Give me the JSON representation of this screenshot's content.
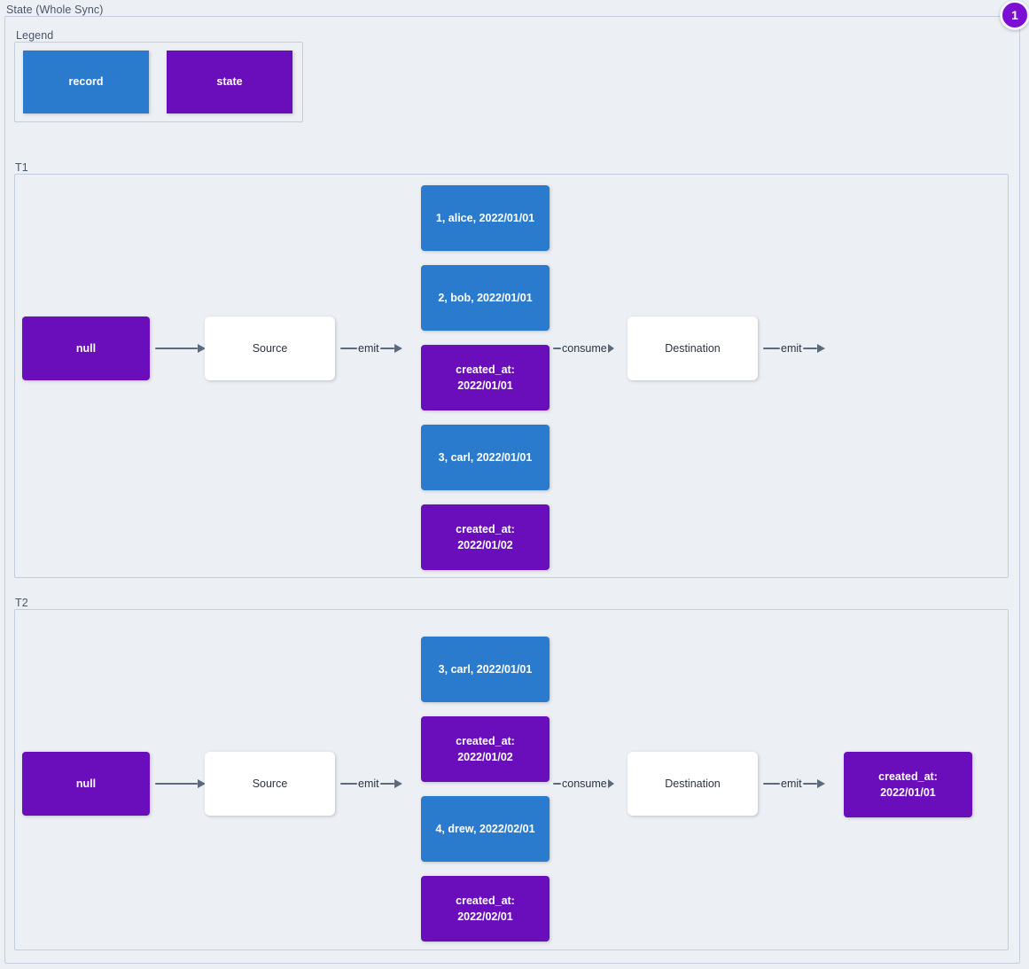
{
  "diagram": {
    "title": "State (Whole Sync)",
    "badge": "1",
    "accent_purple": "#6a0dbb",
    "accent_blue": "#2a7bce",
    "edge_color": "#5b6b7c"
  },
  "legend": {
    "label": "Legend",
    "items": [
      {
        "label": "record",
        "color": "#2a7bce",
        "kind": "record"
      },
      {
        "label": "state",
        "color": "#6a0dbb",
        "kind": "state"
      }
    ]
  },
  "t1": {
    "label": "T1",
    "initial_state": "null",
    "source": "Source",
    "destination": "Destination",
    "edges": {
      "state_to_source": "",
      "source_emit": "emit",
      "destination_consume": "consume",
      "destination_emit": "emit"
    },
    "stream": [
      {
        "kind": "record",
        "text": "1, alice, 2022/01/01"
      },
      {
        "kind": "record",
        "text": "2, bob, 2022/01/01"
      },
      {
        "kind": "state",
        "text": "created_at:\n2022/01/01"
      },
      {
        "kind": "record",
        "text": "3, carl, 2022/01/01"
      },
      {
        "kind": "state",
        "text": "created_at:\n2022/01/02"
      }
    ],
    "final_state": null
  },
  "t2": {
    "label": "T2",
    "initial_state": "null",
    "source": "Source",
    "destination": "Destination",
    "edges": {
      "state_to_source": "",
      "source_emit": "emit",
      "destination_consume": "consume",
      "destination_emit": "emit"
    },
    "stream": [
      {
        "kind": "record",
        "text": "3, carl, 2022/01/01"
      },
      {
        "kind": "state",
        "text": "created_at:\n2022/01/02"
      },
      {
        "kind": "record",
        "text": "4, drew, 2022/02/01"
      },
      {
        "kind": "state",
        "text": "created_at:\n2022/02/01"
      }
    ],
    "final_state": "created_at:\n2022/01/01"
  }
}
